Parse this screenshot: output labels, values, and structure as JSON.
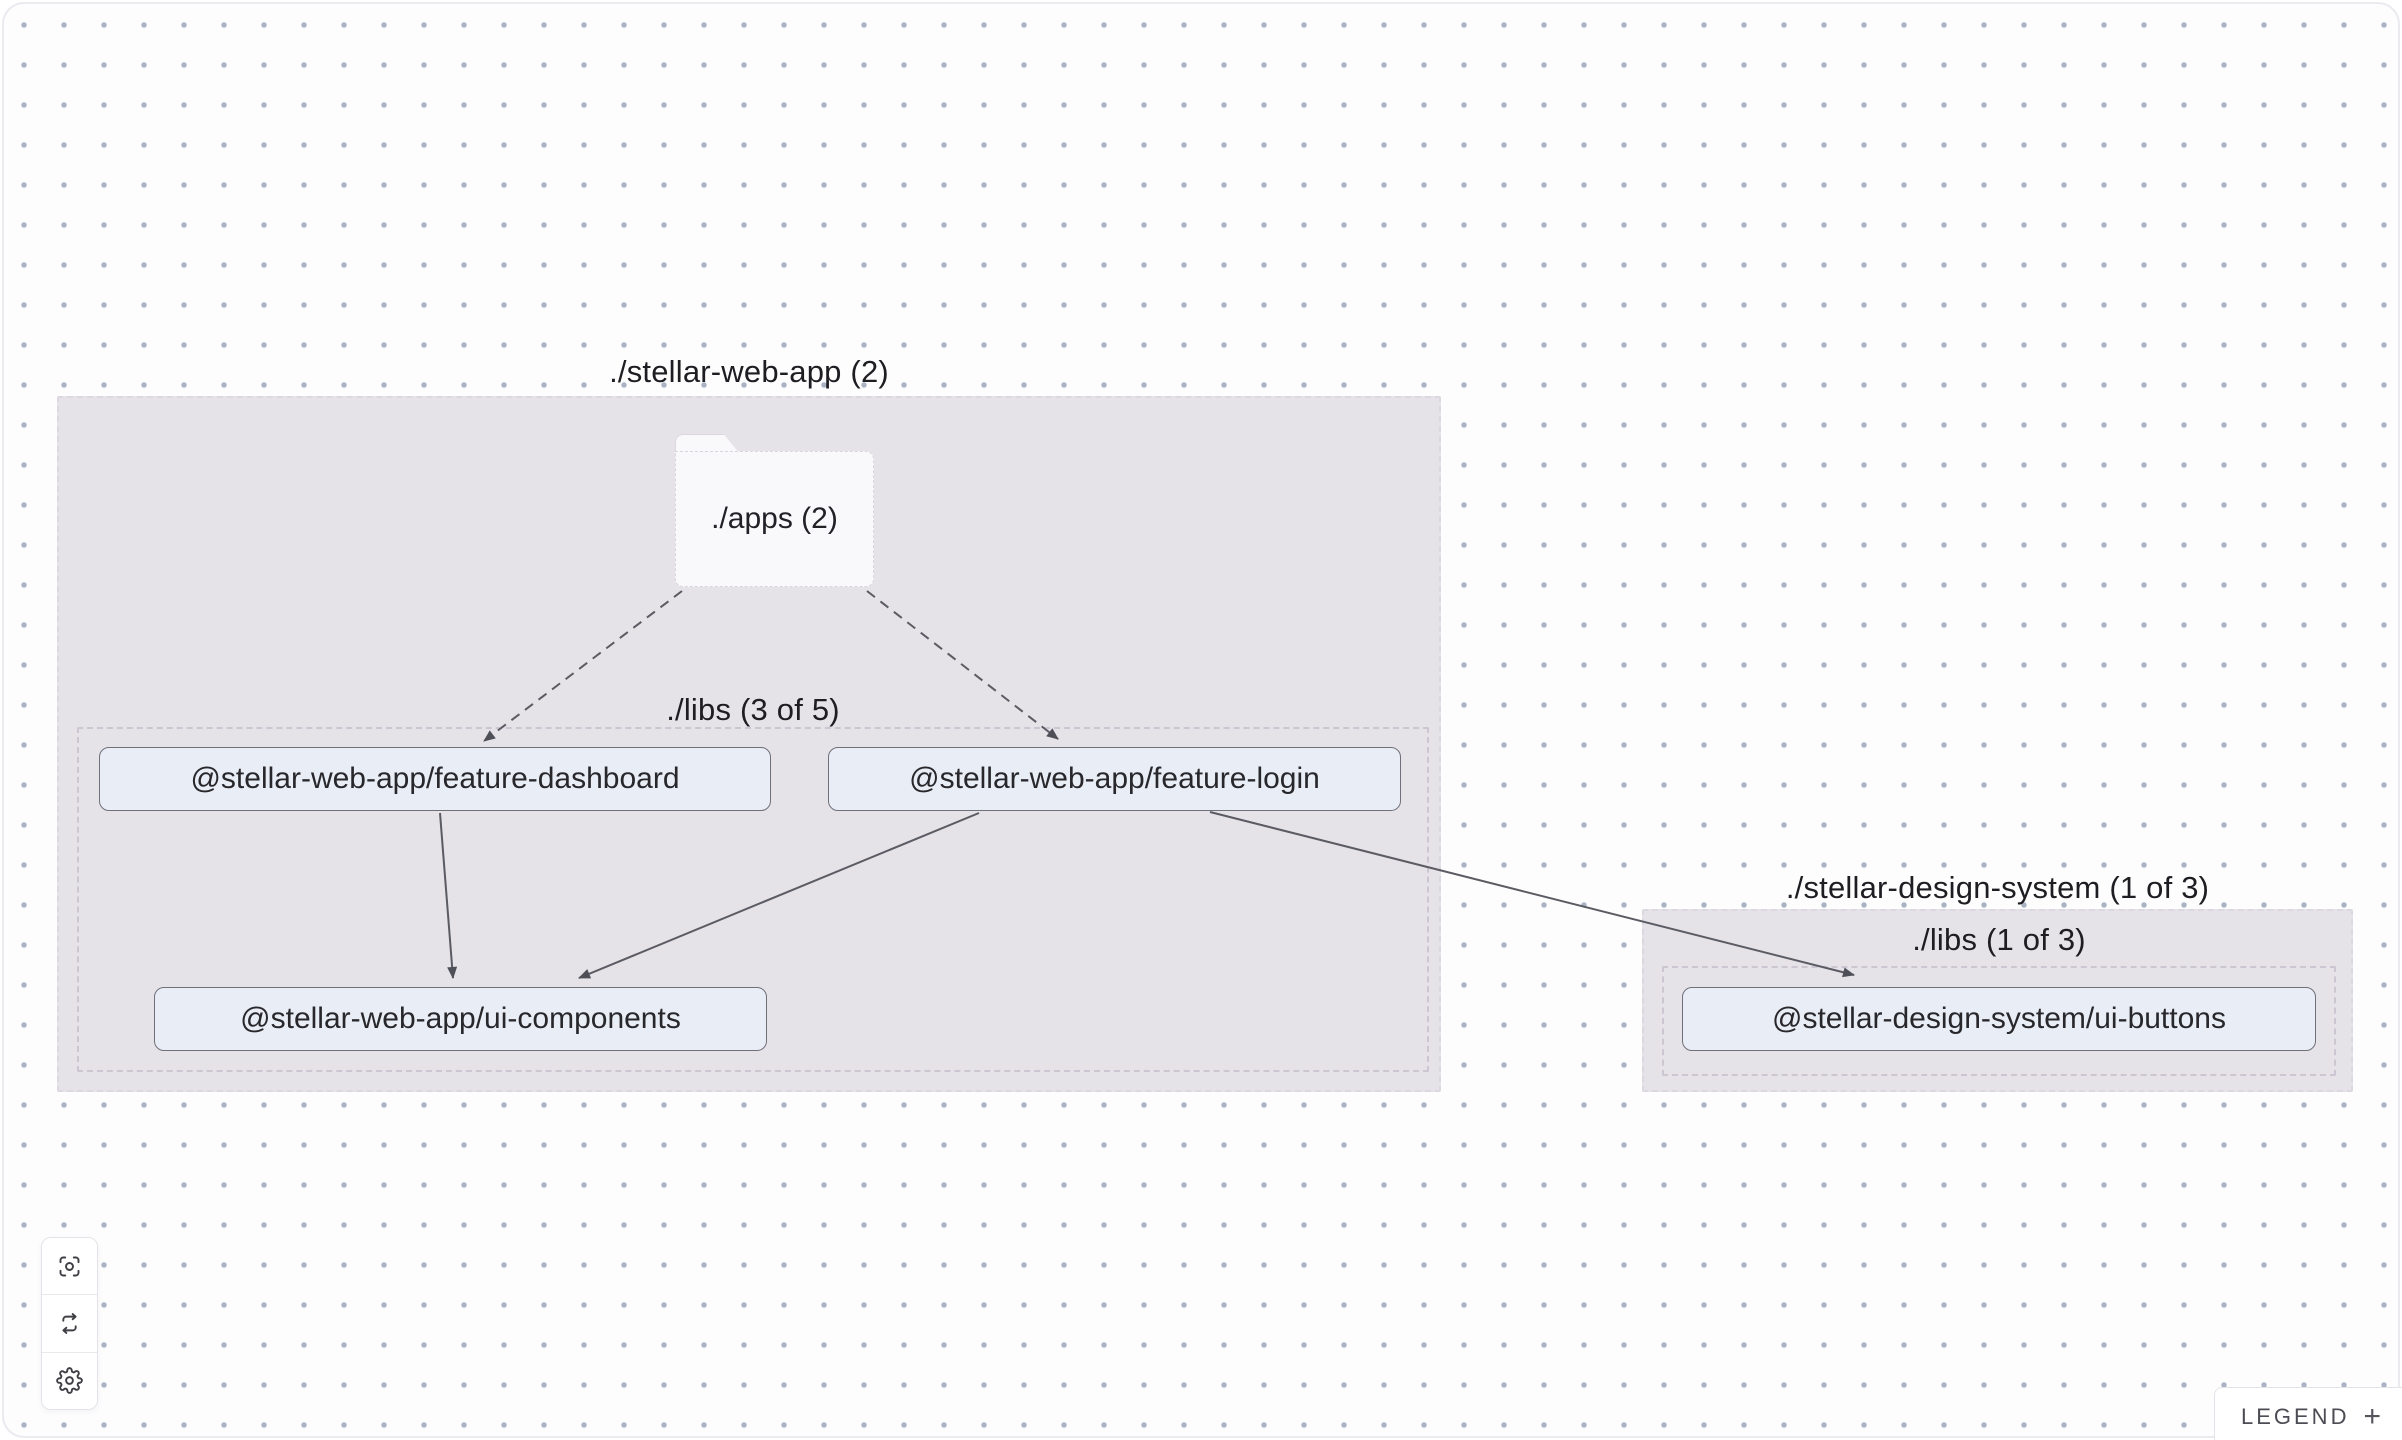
{
  "groups": {
    "web_app": {
      "title": "./stellar-web-app (2)"
    },
    "web_app_libs": {
      "title": "./libs (3 of 5)"
    },
    "design_system": {
      "title": "./stellar-design-system (1 of 3)"
    },
    "design_system_libs": {
      "title": "./libs (1 of 3)"
    }
  },
  "folder": {
    "label": "./apps (2)"
  },
  "nodes": {
    "feature_dashboard": {
      "label": "@stellar-web-app/feature-dashboard"
    },
    "feature_login": {
      "label": "@stellar-web-app/feature-login"
    },
    "ui_components": {
      "label": "@stellar-web-app/ui-components"
    },
    "ui_buttons": {
      "label": "@stellar-design-system/ui-buttons"
    }
  },
  "edges": [
    {
      "source": "./apps",
      "target": "@stellar-web-app/feature-dashboard",
      "style": "dashed"
    },
    {
      "source": "./apps",
      "target": "@stellar-web-app/feature-login",
      "style": "dashed"
    },
    {
      "source": "@stellar-web-app/feature-dashboard",
      "target": "@stellar-web-app/ui-components",
      "style": "solid"
    },
    {
      "source": "@stellar-web-app/feature-login",
      "target": "@stellar-web-app/ui-components",
      "style": "solid"
    },
    {
      "source": "@stellar-web-app/feature-login",
      "target": "@stellar-design-system/ui-buttons",
      "style": "solid"
    }
  ],
  "toolbar": {
    "buttons": [
      {
        "icon": "focus-icon"
      },
      {
        "icon": "refresh-icon"
      },
      {
        "icon": "settings-icon"
      }
    ]
  },
  "legend": {
    "label": "LEGEND",
    "expand": "+"
  },
  "colors": {
    "canvas_background": "#fdfdfe",
    "dot": "#a9b3c2",
    "group_fill": "#e5e2e8",
    "node_fill": "#e9edf5",
    "node_border": "#70707a",
    "edge": "#5b5b63",
    "icon": "#3f3f46"
  }
}
